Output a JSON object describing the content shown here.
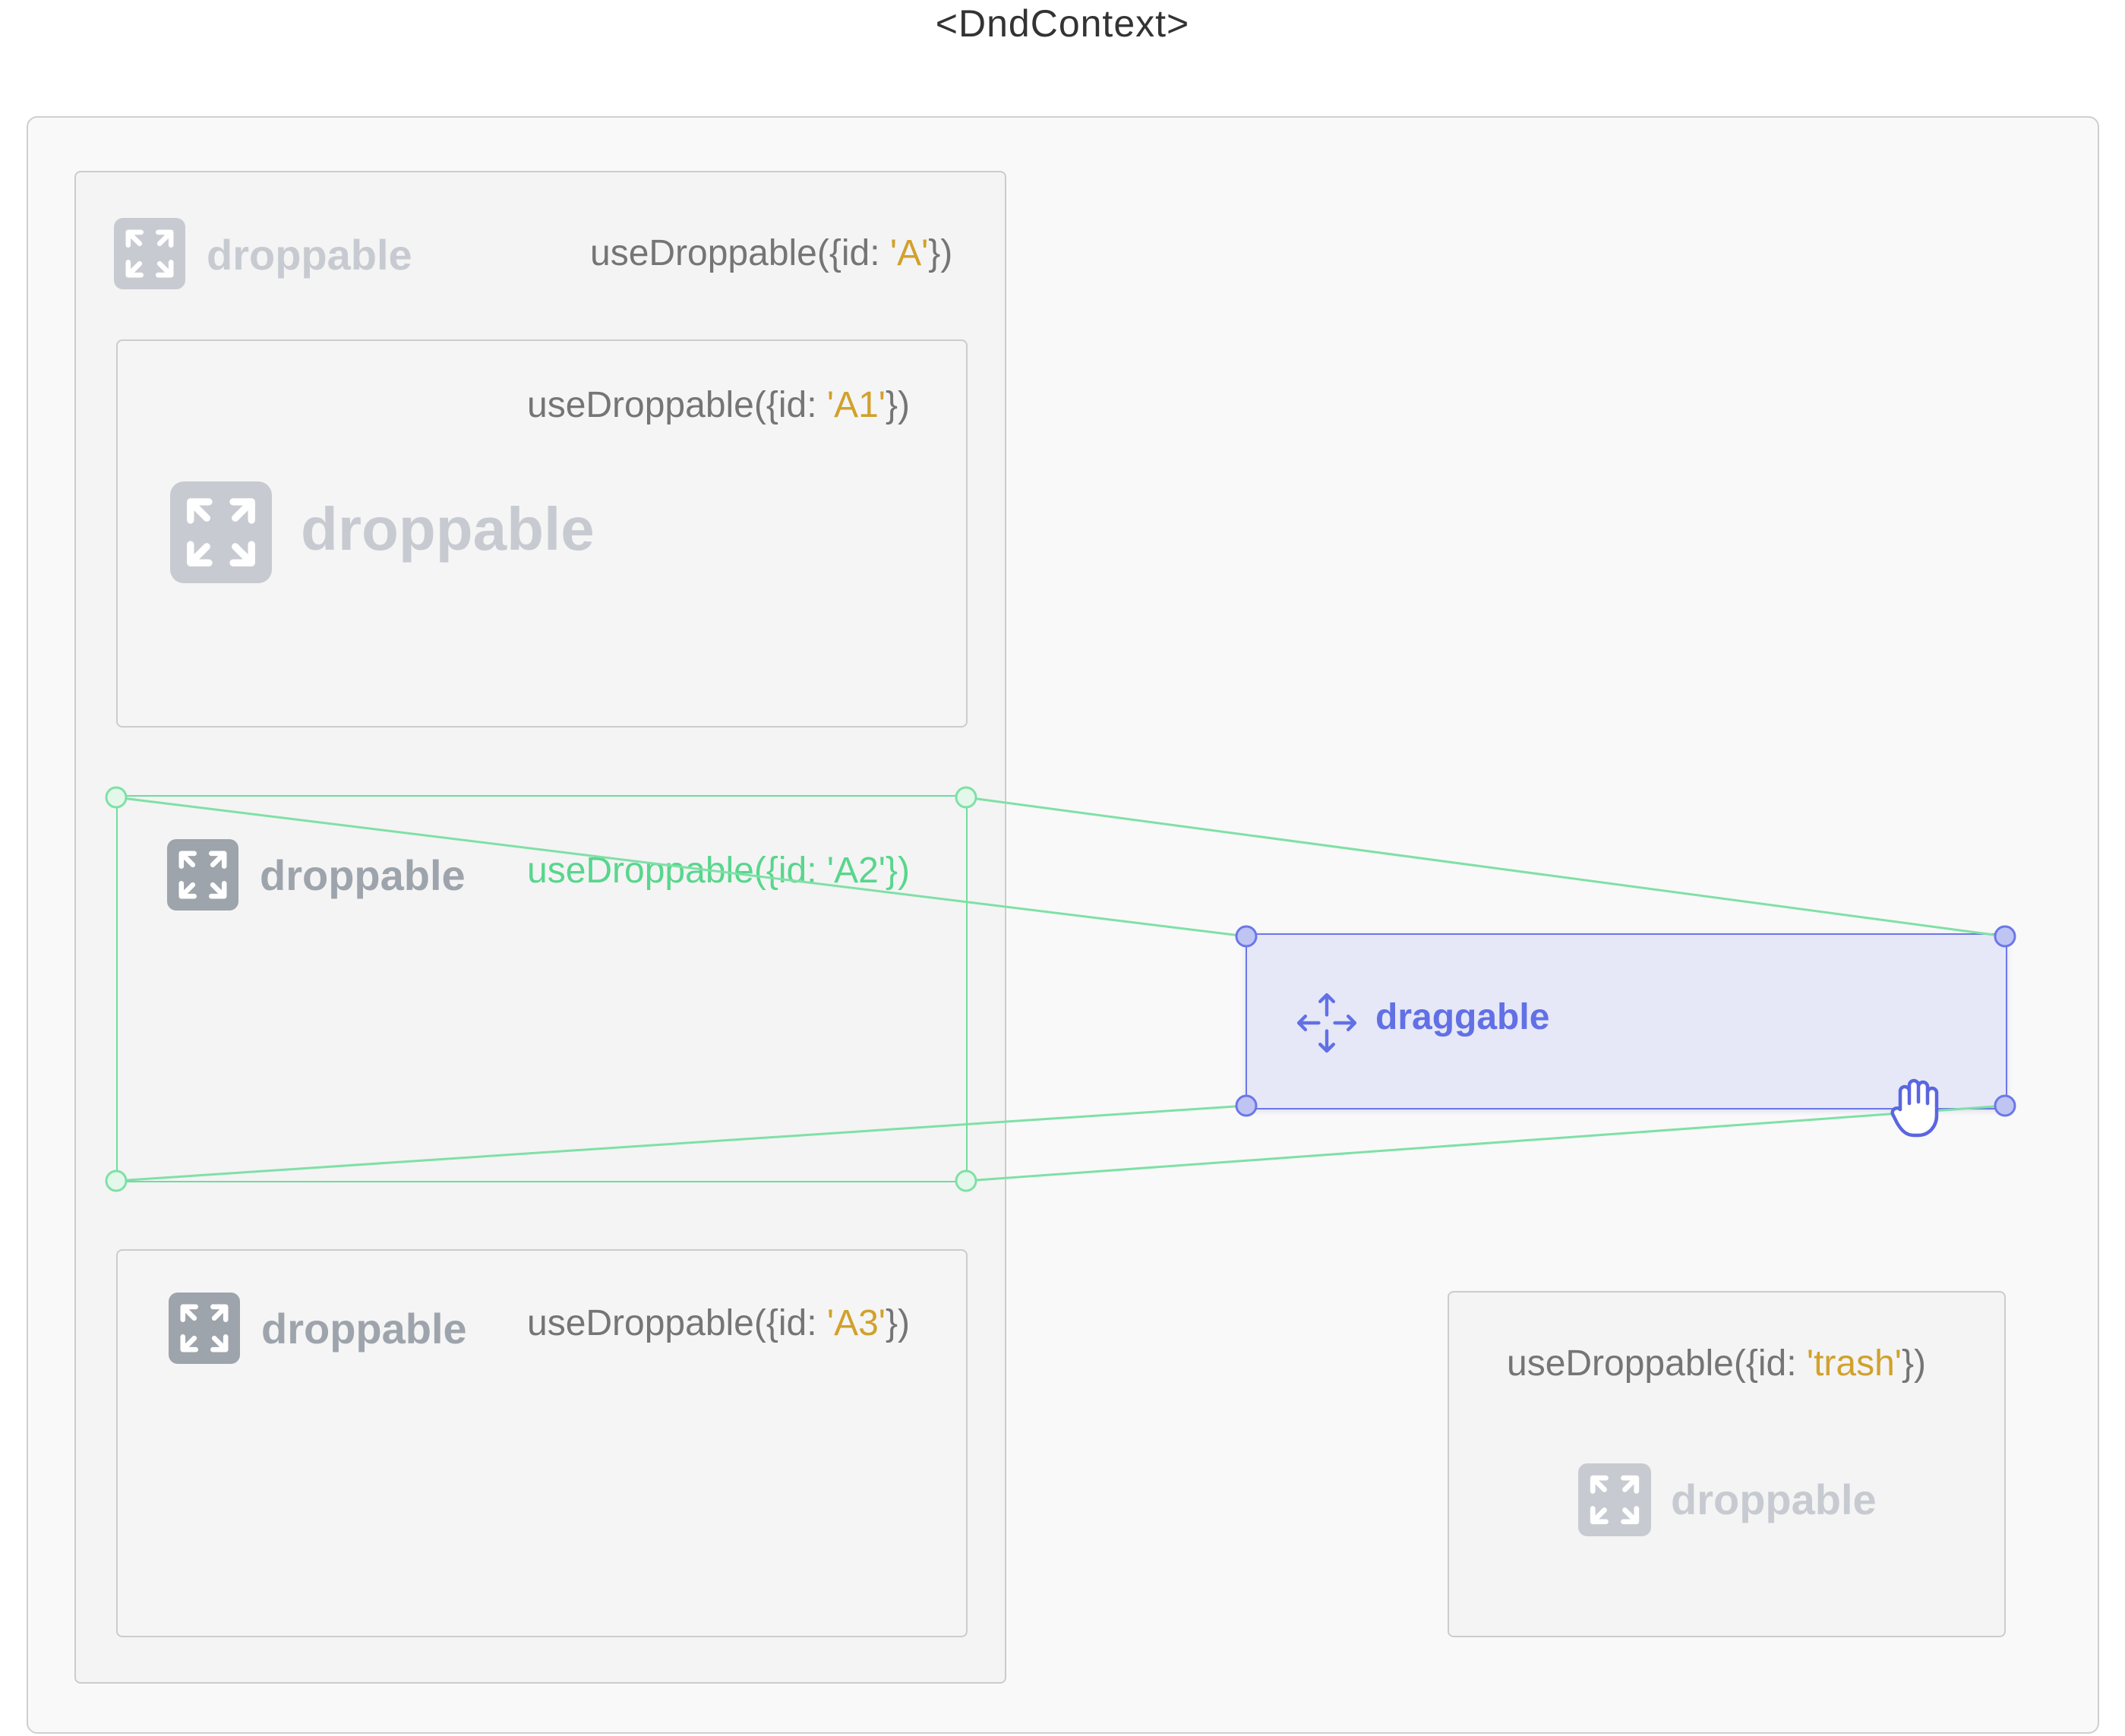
{
  "title": "<DndContext>",
  "labels": {
    "droppable": "droppable",
    "draggable": "draggable"
  },
  "code": {
    "prefix": "useDroppable({id: ",
    "suffix": "})",
    "a": "'A'",
    "a1": "'A1'",
    "a2": "'A2'",
    "a3": "'A3'",
    "trash": "'trash'"
  },
  "colors": {
    "droppable_idle": "#c7cbd1",
    "droppable_active": "#9ea4ac",
    "collision_lines": "#6fdc9c",
    "draggable_accent": "#6270e6",
    "string_literal": "#d1a12b"
  },
  "icons": {
    "droppable": "fullscreen-expand-icon",
    "draggable": "move-arrows-icon",
    "cursor": "grab-hand-icon"
  }
}
